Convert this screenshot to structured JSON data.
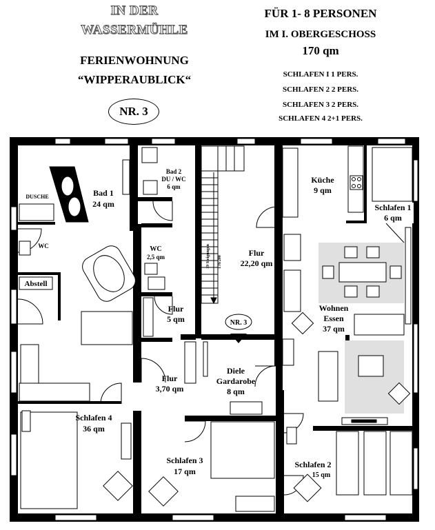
{
  "header": {
    "brand_line1": "IN DER",
    "brand_line2": "WASSERMÜHLE",
    "type": "FERIENWOHNUNG",
    "name": "“WIPPERAUBLICK“",
    "number": "NR. 3",
    "capacity": "FÜR 1- 8 PERSONEN",
    "floor": "IM  I. OBERGESCHOSS",
    "area": "170 qm",
    "sleeping": [
      "SCHLAFEN I  1 PERS.",
      "SCHLAFEN 2  2 PERS.",
      "SCHLAFEN 3  2 PERS.",
      "SCHLAFEN 4  2+1 PERS."
    ]
  },
  "rooms": {
    "dusche": "DUSCHE",
    "bad1_name": "Bad 1",
    "bad1_area": "24 qm",
    "bad2_line1": "Bad 2",
    "bad2_line2": "DU / WC",
    "bad2_area": "6 qm",
    "wc1": "WC",
    "wc2_name": "WC",
    "wc2_area": "2,5 qm",
    "abstell": "Abstell",
    "flur1_name": "Flur",
    "flur1_area": "5 qm",
    "flur2_name": "Flur",
    "flur2_area": "3,70 qm",
    "flur3_name": "Flur",
    "flur3_area": "22,20 qm",
    "stairs": "19 Steigungen",
    "stairs_size": "178/200",
    "entrance": "NR. 3",
    "diele_line1": "Diele",
    "diele_line2": "Gardarobe",
    "diele_area": "8 qm",
    "kueche_name": "Küche",
    "kueche_area": "9 qm",
    "schlafen1_name": "Schlafen 1",
    "schlafen1_area": "6 qm",
    "wohnen_line1": "Wohnen",
    "wohnen_line2": "Essen",
    "wohnen_area": "37 qm",
    "schlafen4_name": "Schlafen 4",
    "schlafen4_area": "36 qm",
    "schlafen3_name": "Schlafen 3",
    "schlafen3_area": "17 qm",
    "schlafen2_name": "Schlafen 2",
    "schlafen2_area": "15 qm"
  },
  "colors": {
    "wall": "#000000",
    "furniture_zone": "#e0e0e0",
    "paper": "#ffffff"
  }
}
